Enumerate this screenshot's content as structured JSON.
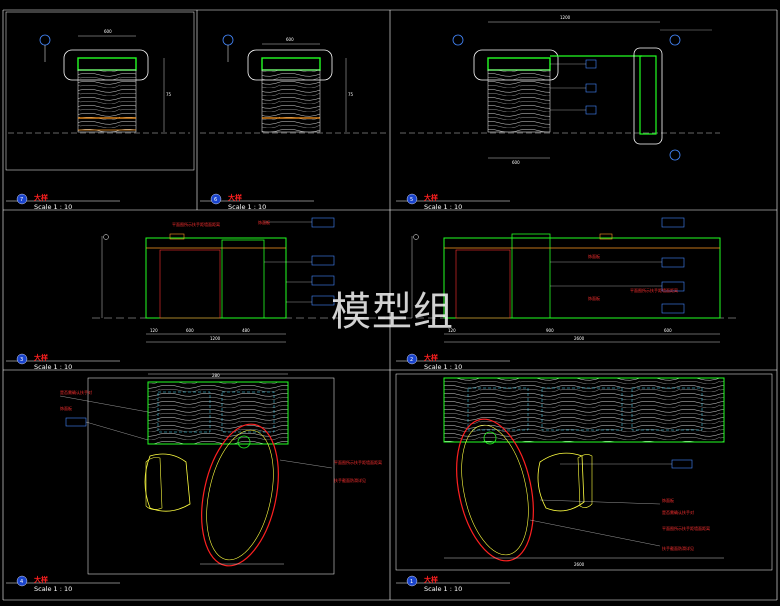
{
  "watermark": "模型组",
  "views": [
    {
      "num": "7",
      "title": "大样",
      "scale": "Scale 1 : 10"
    },
    {
      "num": "6",
      "title": "大样",
      "scale": "Scale 1 : 10"
    },
    {
      "num": "5",
      "title": "大样",
      "scale": "Scale 1 : 10"
    },
    {
      "num": "3",
      "title": "大样",
      "scale": "Scale 1 : 10"
    },
    {
      "num": "2",
      "title": "大样",
      "scale": "Scale 1 : 10"
    },
    {
      "num": "4",
      "title": "大样",
      "scale": "Scale 1 : 10"
    },
    {
      "num": "1",
      "title": "大样",
      "scale": "Scale 1 : 10"
    }
  ],
  "dims": {
    "v7_top": "600",
    "v7_left": "75",
    "v6_top": "600",
    "v6_left": "75",
    "v5_top": "1200",
    "v5_bottom": "600",
    "v3_bottom": "1200",
    "v3_seg": [
      "120",
      "600",
      "480"
    ],
    "v2_bottom": "2600",
    "v2_seg": [
      "120",
      "900",
      "600"
    ],
    "v4_top": "280",
    "v1_bottom": "2600"
  },
  "colors": {
    "bg": "#000000",
    "line": "#ffffff",
    "green": "#22ff22",
    "accent": "#ff2020",
    "tag": "#4488ff"
  }
}
